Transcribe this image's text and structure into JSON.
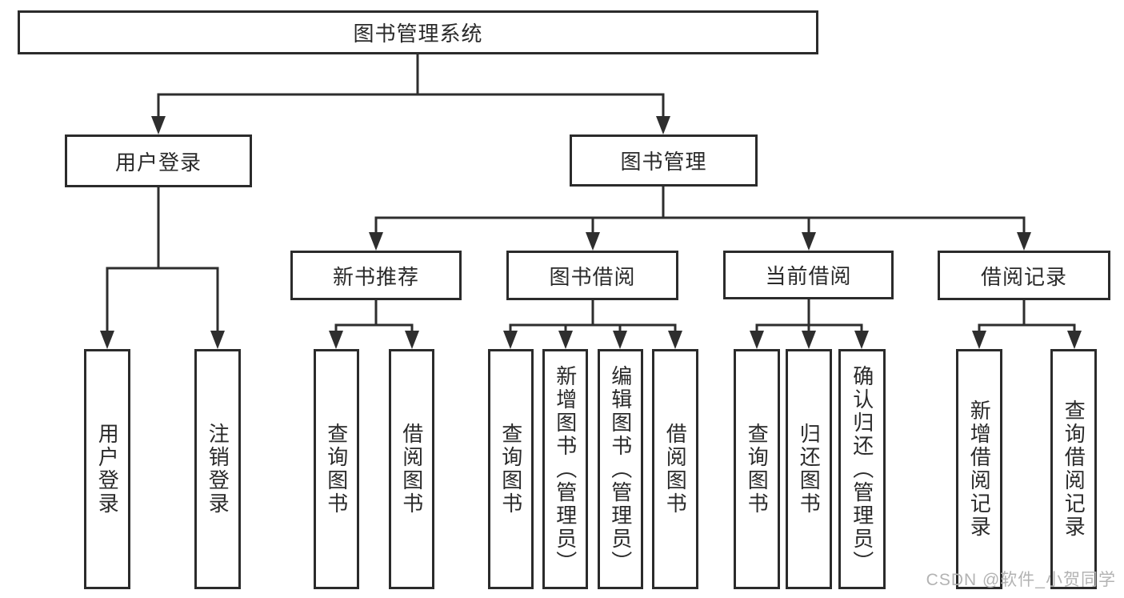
{
  "diagram_title": "图书管理系统",
  "tree": {
    "label": "图书管理系统",
    "children": [
      {
        "label": "用户登录",
        "children": [
          {
            "label": "用户登录"
          },
          {
            "label": "注销登录"
          }
        ]
      },
      {
        "label": "图书管理",
        "children": [
          {
            "label": "新书推荐",
            "children": [
              {
                "label": "查询图书"
              },
              {
                "label": "借阅图书"
              }
            ]
          },
          {
            "label": "图书借阅",
            "children": [
              {
                "label": "查询图书"
              },
              {
                "label": "新增图书（管理员）"
              },
              {
                "label": "编辑图书（管理员）"
              },
              {
                "label": "借阅图书"
              }
            ]
          },
          {
            "label": "当前借阅",
            "children": [
              {
                "label": "查询图书"
              },
              {
                "label": "归还图书"
              },
              {
                "label": "确认归还（管理员）"
              }
            ]
          },
          {
            "label": "借阅记录",
            "children": [
              {
                "label": "新增借阅记录"
              },
              {
                "label": "查询借阅记录"
              }
            ]
          }
        ]
      }
    ]
  },
  "watermark": {
    "text": "CSDN @软件_小贺同学"
  },
  "colors": {
    "line": "#2e2e2e",
    "border": "#2b2b2b",
    "text": "#2a2a2a",
    "background": "#ffffff",
    "watermark": "#b3b3b3"
  }
}
